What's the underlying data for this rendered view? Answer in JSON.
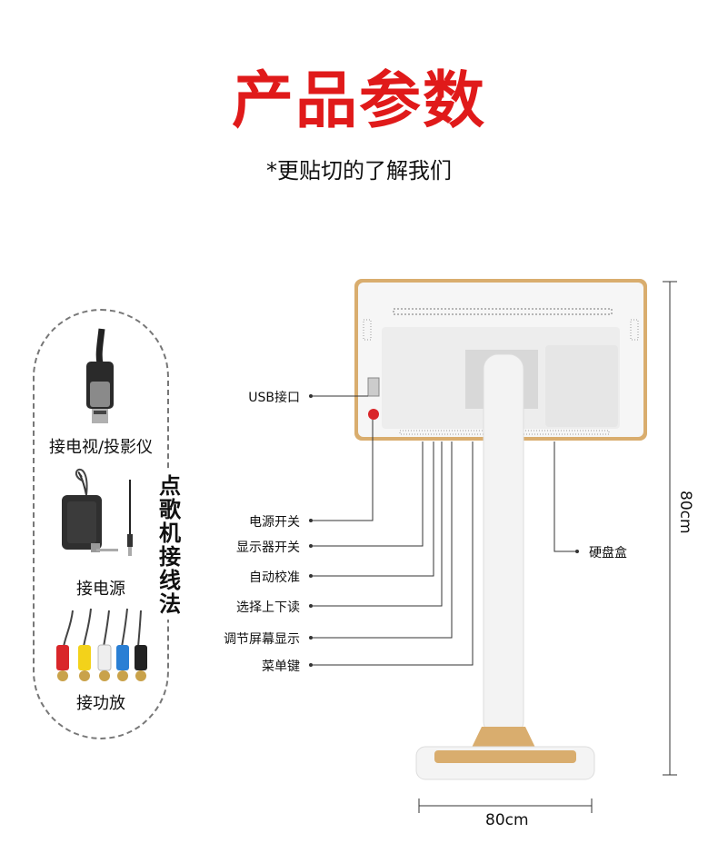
{
  "header": {
    "title": "产品参数",
    "subtitle": "*更贴切的了解我们"
  },
  "connection_panel": {
    "vertical_label": [
      "点",
      "歌",
      "机",
      "接",
      "线",
      "法"
    ],
    "items": [
      {
        "label": "接电视/投影仪",
        "icon": "hdmi-cable-icon"
      },
      {
        "label": "接电源",
        "icon": "power-adapter-icon"
      },
      {
        "label": "接功放",
        "icon": "rca-cable-icon"
      }
    ]
  },
  "callouts": {
    "usb": "USB接口",
    "power_switch": "电源开关",
    "display_switch": "显示器开关",
    "auto_calibrate": "自动校准",
    "select_up_down": "选择上下读",
    "adjust_display": "调节屏幕显示",
    "menu_key": "菜单键",
    "hdd_box": "硬盘盒"
  },
  "dimensions": {
    "height": "80cm",
    "width": "80cm"
  },
  "colors": {
    "title_red": "#e01a1a",
    "gold_trim": "#d9ad6e",
    "white_body": "#f6f6f6"
  }
}
